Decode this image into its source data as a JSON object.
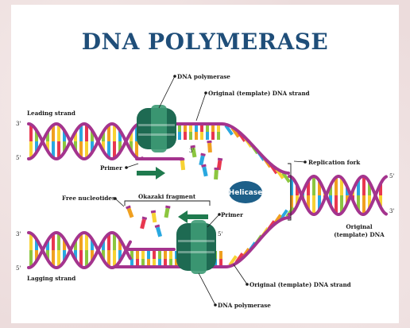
{
  "title": "DNA POLYMERASE",
  "labels": {
    "dna_polymerase_top": "DNA polymerase",
    "template_top": "Original (template) DNA strand",
    "leading_strand": "Leading strand",
    "primer_top": "Primer",
    "replication_fork": "Replication fork",
    "helicase": "Helicase",
    "free_nucleotides": "Free nucleotides",
    "okazaki_fragment": "Okazaki fragment",
    "primer_bottom": "Primer",
    "original_template_right_1": "Original",
    "original_template_right_2": "(template) DNA",
    "lagging_strand": "Lagging strand",
    "template_bottom": "Original (template) DNA strand",
    "dna_polymerase_bottom": "DNA polymerase"
  },
  "ends": {
    "leading_3": "3'",
    "leading_5": "5'",
    "top_mid_3": "3'",
    "right_5": "5'",
    "right_3": "3'",
    "lagging_3": "3'",
    "lagging_5": "5'",
    "bottom_mid_5": "5'"
  },
  "colors": {
    "title": "#1f4e79",
    "backbone": "#a4348e",
    "polymerase_dark": "#1e6a52",
    "polymerase_light": "#3d9a74",
    "helicase": "#1d5f89",
    "arrow": "#1f7a4e",
    "base_colors": [
      "#e8374f",
      "#f7d233",
      "#8cc63f",
      "#29a8e0",
      "#f0a020"
    ]
  }
}
